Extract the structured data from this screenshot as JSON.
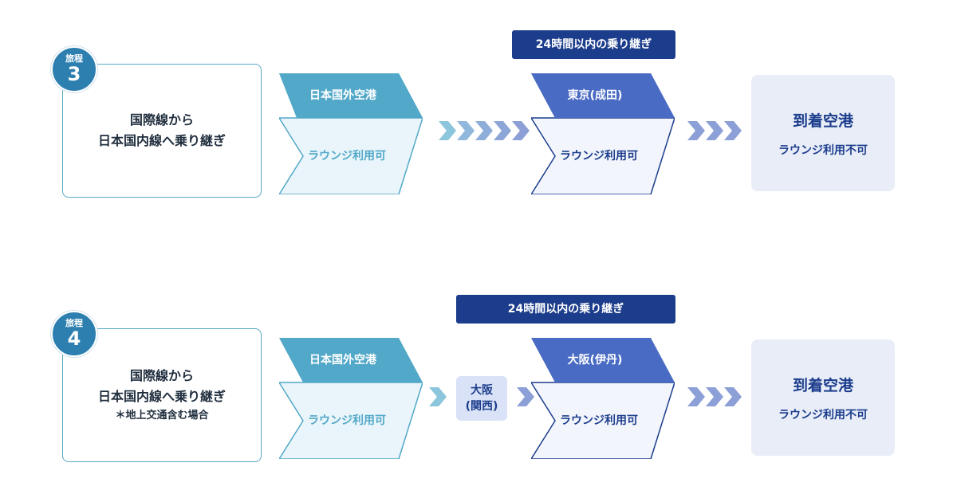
{
  "colors": {
    "teal": "#52a8c8",
    "teal_light": "#e9f5fa",
    "navy": "#1c3d8c",
    "blue": "#4a6bc3",
    "blue_light": "#f2f5fc",
    "dest_bg": "#e8edf8",
    "arrow_teal": "#8cc6dc",
    "arrow_blue": "#8c9fd6"
  },
  "rows": [
    {
      "badge_label": "旅程",
      "badge_number": "3",
      "desc_line1": "国際線から",
      "desc_line2": "日本国内線へ乗り継ぎ",
      "desc_note": "",
      "origin_title": "日本国外空港",
      "origin_lounge": "ラウンジ利用可",
      "transfer_banner": "24時間以内の乗り継ぎ",
      "via_label_1": "",
      "via_label_2": "",
      "hub_title": "東京(成田)",
      "hub_lounge": "ラウンジ利用可",
      "dest_title": "到着空港",
      "dest_lounge": "ラウンジ利用不可"
    },
    {
      "badge_label": "旅程",
      "badge_number": "4",
      "desc_line1": "国際線から",
      "desc_line2": "日本国内線へ乗り継ぎ",
      "desc_note": "＊地上交通含む場合",
      "origin_title": "日本国外空港",
      "origin_lounge": "ラウンジ利用可",
      "transfer_banner": "24時間以内の乗り継ぎ",
      "via_label_1": "大阪",
      "via_label_2": "(関西)",
      "hub_title": "大阪(伊丹)",
      "hub_lounge": "ラウンジ利用可",
      "dest_title": "到着空港",
      "dest_lounge": "ラウンジ利用不可"
    }
  ]
}
